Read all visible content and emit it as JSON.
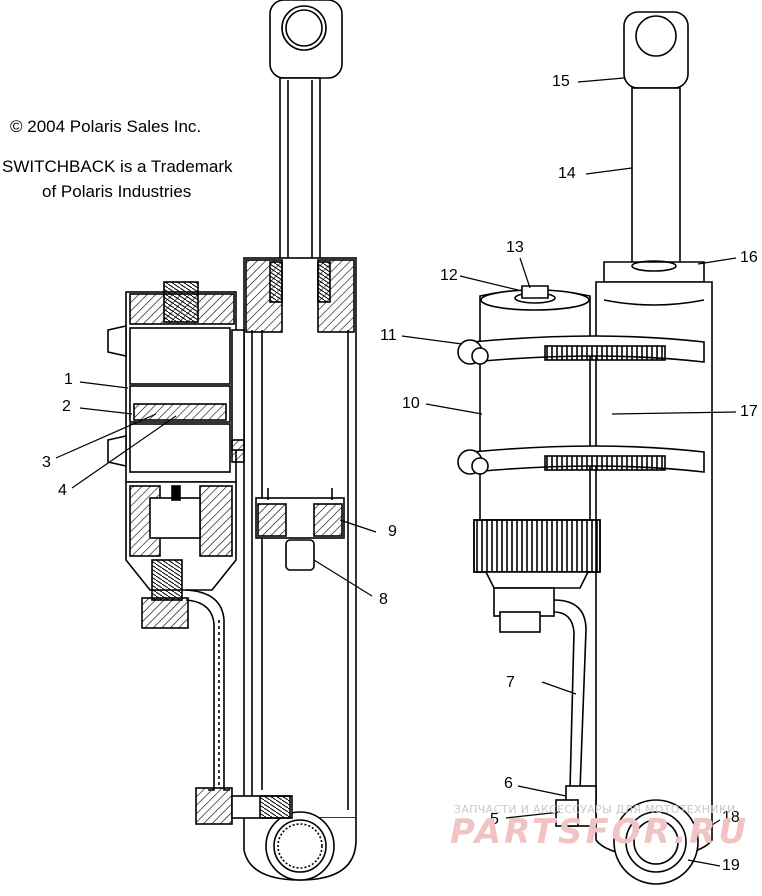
{
  "notes": {
    "copyright": "© 2004 Polaris Sales Inc.",
    "trademark_line1": "SWITCHBACK is a Trademark",
    "trademark_line2": "of Polaris Industries"
  },
  "callouts": {
    "c1": "1",
    "c2": "2",
    "c3": "3",
    "c4": "4",
    "c5": "5",
    "c6": "6",
    "c7": "7",
    "c8": "8",
    "c9": "9",
    "c10": "10",
    "c11": "11",
    "c12": "12",
    "c13": "13",
    "c14": "14",
    "c15": "15",
    "c16": "16",
    "c17": "17",
    "c18": "18",
    "c19": "19"
  },
  "watermark": {
    "small": "ЗАПЧАСТИ И АКСЕССУАРЫ ДЛЯ МОТОТЕХНИКИ",
    "big": "PARTSFOR.RU"
  }
}
